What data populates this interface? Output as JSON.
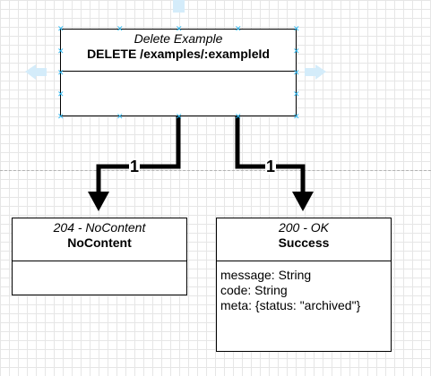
{
  "diagram": {
    "source_box": {
      "stereotype": "Delete Example",
      "title": "DELETE /examples/:exampleId"
    },
    "targets": [
      {
        "stereotype": "204 - NoContent",
        "title": "NoContent",
        "attributes": []
      },
      {
        "stereotype": "200 - OK",
        "title": "Success",
        "attributes": [
          "message: String",
          "code: String",
          "meta: {status: \"archived\"}"
        ]
      }
    ],
    "edge_labels": [
      "1",
      "1"
    ]
  },
  "colors": {
    "grid": "#e6e6e6",
    "selection_handle": "#29b6f2",
    "selection_arrow": "#d4ecfa",
    "stroke": "#000000"
  }
}
